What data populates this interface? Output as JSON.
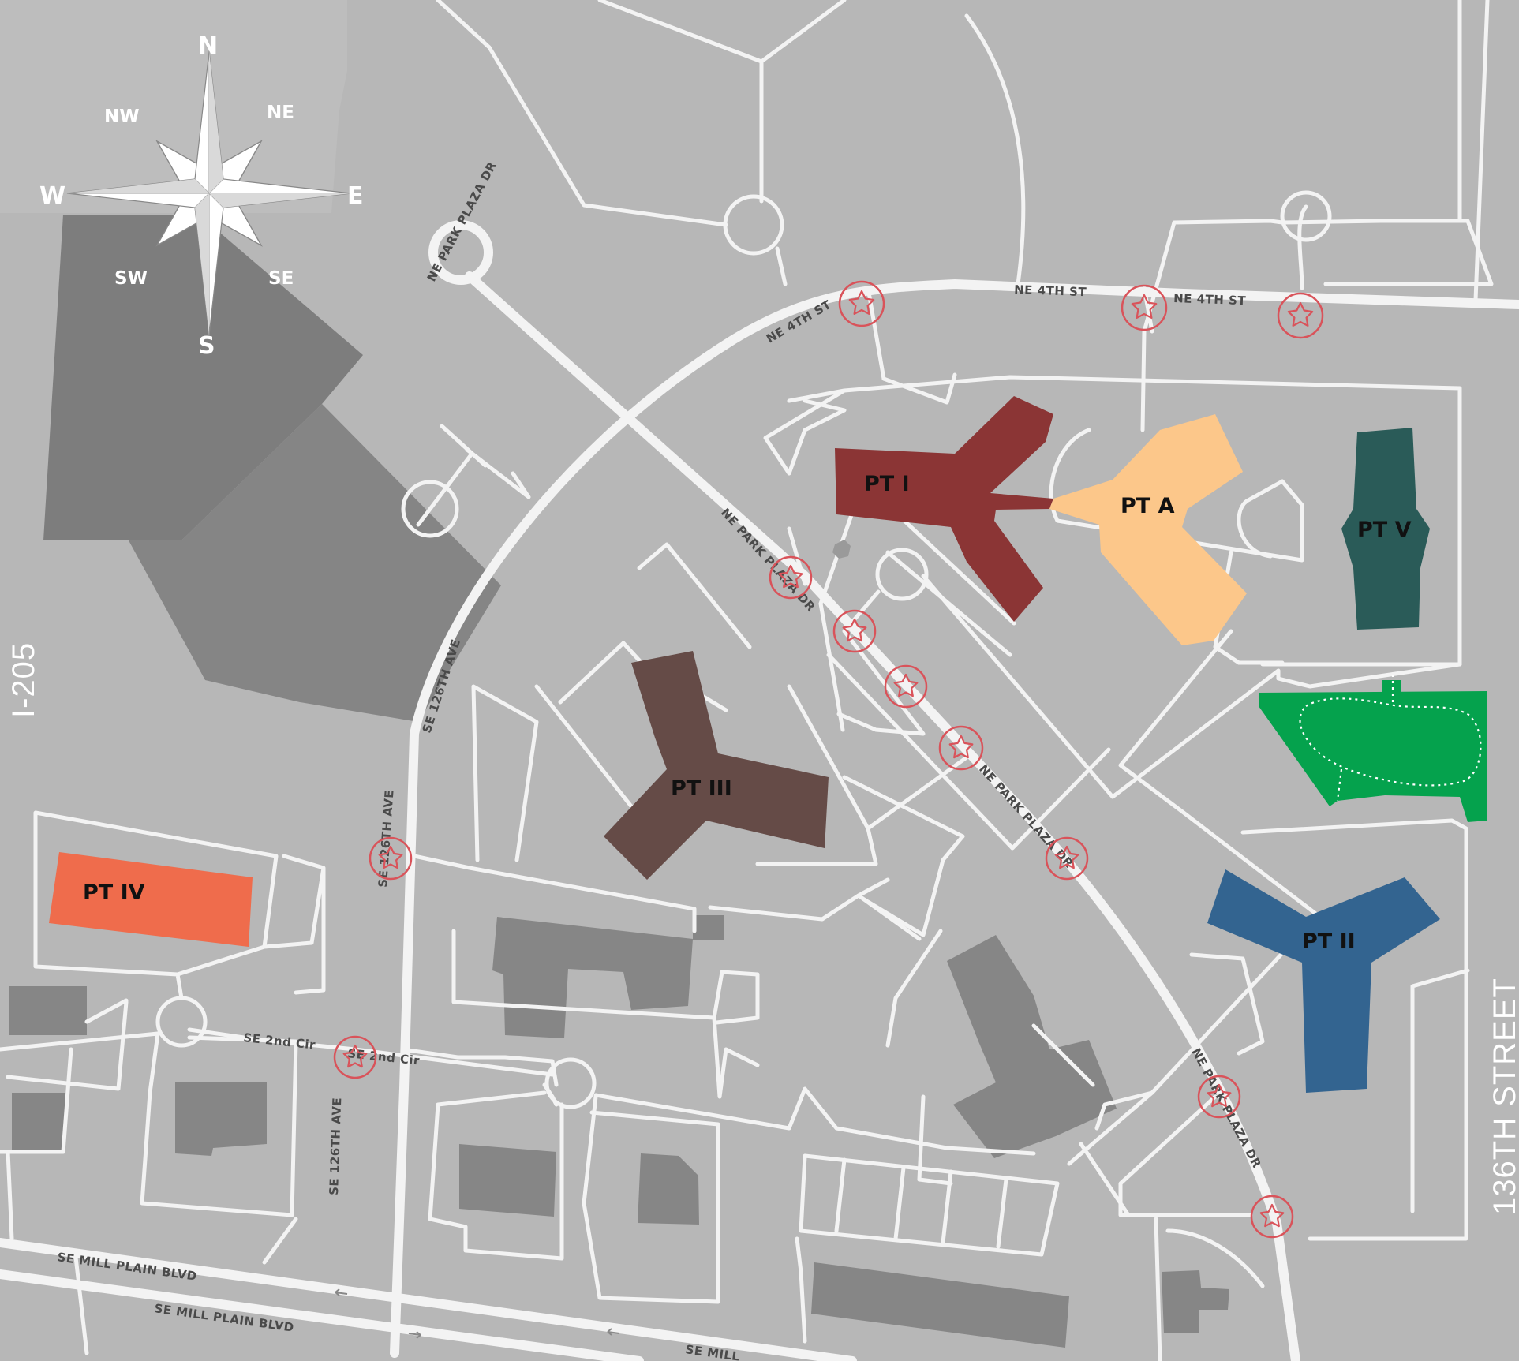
{
  "compass": {
    "n": "N",
    "s": "S",
    "e": "E",
    "w": "W",
    "ne": "NE",
    "nw": "NW",
    "se": "SE",
    "sw": "SW"
  },
  "buildings": {
    "pt1": {
      "label": "PT I",
      "color": "#8b3535"
    },
    "pta": {
      "label": "PT A",
      "color": "#fcc78a"
    },
    "ptv": {
      "label": "PT V",
      "color": "#2a5b58"
    },
    "pt3": {
      "label": "PT III",
      "color": "#654b47"
    },
    "pt4": {
      "label": "PT IV",
      "color": "#ef6c4c"
    },
    "pt2": {
      "label": "PT II",
      "color": "#336490"
    }
  },
  "park": {
    "color": "#05a24d"
  },
  "streets": {
    "ne4th_a": "NE 4TH ST",
    "ne4th_b": "NE 4TH ST",
    "ne4th_c": "NE 4TH ST",
    "park_plaza_a": "NE PARK PLAZA DR",
    "park_plaza_b": "NE PARK PLAZA DR",
    "park_plaza_c": "NE PARK PLAZA DR",
    "park_plaza_d": "NE PARK PLAZA DR",
    "se126_a": "SE 126TH AVE",
    "se126_b": "SE 126TH AVE",
    "se126_c": "SE 126TH AVE",
    "se2nd_a": "SE 2nd Cir",
    "se2nd_b": "SE 2nd Cir",
    "mill_a": "SE MILL PLAIN BLVD",
    "mill_b": "SE MILL PLAIN BLVD",
    "mill_c": "SE MILL"
  },
  "edges": {
    "left": "I-205",
    "right": "136TH STREET"
  },
  "colors": {
    "background": "#b7b7b7",
    "road": "#f3f3f3",
    "marker": "#d9535a",
    "existing_building": "#868686"
  }
}
